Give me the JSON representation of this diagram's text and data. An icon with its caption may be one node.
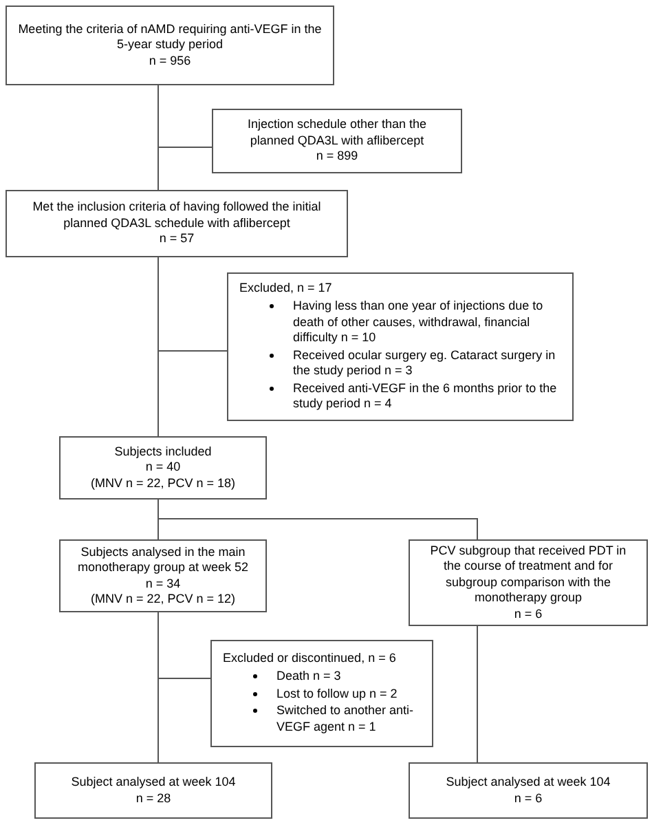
{
  "diagram": {
    "nodes": [
      {
        "text": [
          "Meeting the criteria of nAMD requiring anti-VEGF in the 5-year study period",
          "n = 956"
        ]
      },
      {
        "text": [
          "Injection schedule other than the planned QDA3L with aflibercept",
          "n = 899"
        ]
      },
      {
        "text": [
          "Met the inclusion criteria of having followed the initial planned QDA3L schedule with aflibercept",
          "n = 57"
        ]
      },
      {
        "text": [
          "Excluded, n = 17",
          "Having less than one year of injections due to death of other causes, withdrawal, financial difficulty n = 10",
          "Received ocular surgery eg. Cataract surgery in the study period n = 3",
          "Received anti-VEGF in the 6 months prior to the study period n = 4"
        ]
      },
      {
        "text": [
          "Subjects included",
          "n  = 40",
          "(MNV n = 22, PCV n = 18)"
        ]
      },
      {
        "text": [
          "Subjects analysed in the main monotherapy group at week 52",
          "n = 34",
          "(MNV n = 22, PCV n = 12)"
        ]
      },
      {
        "text": [
          "PCV subgroup that received PDT in the course of treatment and for subgroup comparison with the monotherapy group",
          "n = 6"
        ]
      },
      {
        "text": [
          "Excluded or discontinued, n = 6",
          "Death n = 3",
          "Lost to follow up n = 2",
          "Switched to another anti-VEGF agent n = 1"
        ]
      },
      {
        "text": [
          "Subject analysed at week 104",
          "n = 28"
        ]
      },
      {
        "text": [
          "Subject analysed at week 104",
          "n = 6"
        ]
      }
    ],
    "edges": [
      {
        "from": 0,
        "to": 1,
        "arrow": "none"
      },
      {
        "from": 0,
        "to": 2,
        "arrow": "none"
      },
      {
        "from": 2,
        "to": 3,
        "arrow": "none"
      },
      {
        "from": 2,
        "to": 4,
        "arrow": "none"
      },
      {
        "from": 4,
        "to": 5,
        "arrow": "none"
      },
      {
        "from": 4,
        "to": 6,
        "arrow": "none"
      },
      {
        "from": 5,
        "to": 7,
        "arrow": "none"
      },
      {
        "from": 5,
        "to": 8,
        "arrow": "none"
      },
      {
        "from": 6,
        "to": 9,
        "arrow": "none"
      }
    ]
  }
}
